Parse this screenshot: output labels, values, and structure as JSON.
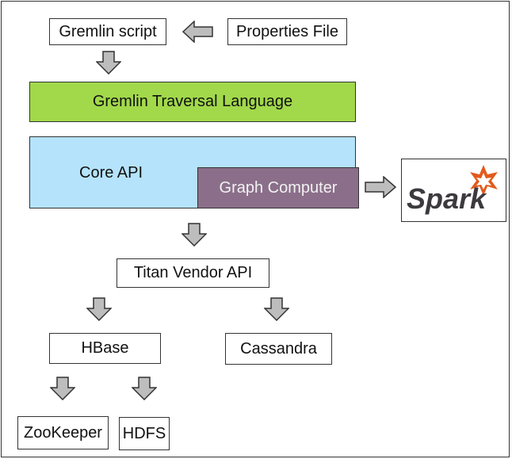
{
  "boxes": {
    "gremlin_script": "Gremlin script",
    "properties_file": "Properties File",
    "gremlin_traversal": "Gremlin Traversal Language",
    "core_api": "Core API",
    "graph_computer": "Graph Computer",
    "titan_vendor_api": "Titan Vendor API",
    "hbase": "HBase",
    "cassandra": "Cassandra",
    "zookeeper": "ZooKeeper",
    "hdfs": "HDFS"
  },
  "logo": {
    "text": "Spark"
  },
  "colors": {
    "gremlin_band": "#a2d94b",
    "core_api": "#b5e3fb",
    "graph_computer": "#8b6f8a",
    "arrow_fill": "#bdbdbd",
    "spark_orange": "#e25a1c"
  },
  "icons": [
    "arrow-left-icon",
    "arrow-down-icon",
    "arrow-right-icon",
    "spark-star-icon"
  ]
}
